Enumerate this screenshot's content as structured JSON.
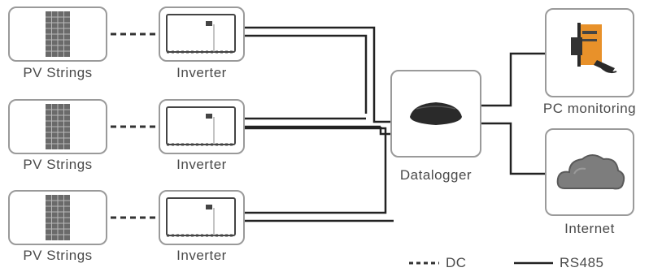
{
  "diagram": {
    "pv_label": "PV Strings",
    "inverter_label": "Inverter",
    "datalogger_label": "Datalogger",
    "pc_label": "PC monitoring",
    "internet_label": "Internet"
  },
  "legend": {
    "dc_label": "DC",
    "rs485_label": "RS485"
  },
  "colors": {
    "line": "#222222",
    "box_border": "#9a9a9a",
    "label": "#4a4a4a",
    "cloud": "#7d7d7d",
    "pc_orange": "#e8912a"
  },
  "icons": [
    "solar-panel-icon",
    "inverter-icon",
    "datalogger-icon",
    "pc-icon",
    "cloud-icon"
  ]
}
